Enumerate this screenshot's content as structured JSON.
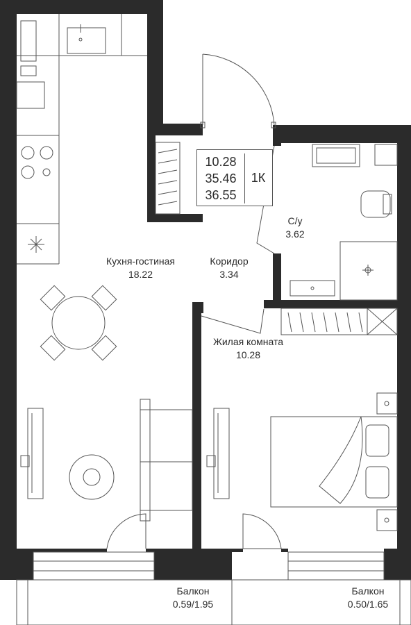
{
  "summary": {
    "living_area": "10.28",
    "total_area": "35.46",
    "total_area_with_balcony": "36.55",
    "apartment_type": "1К"
  },
  "rooms": [
    {
      "id": "kitchen",
      "name": "Кухня-гостиная",
      "area": "18.22"
    },
    {
      "id": "corridor",
      "name": "Коридор",
      "area": "3.34"
    },
    {
      "id": "bathroom",
      "name": "С/у",
      "area": "3.62"
    },
    {
      "id": "bedroom",
      "name": "Жилая комната",
      "area": "10.28"
    },
    {
      "id": "balcony1",
      "name": "Балкон",
      "area": "0.59/1.95"
    },
    {
      "id": "balcony2",
      "name": "Балкон",
      "area": "0.50/1.65"
    }
  ],
  "colors": {
    "wall": "#2b2b2b",
    "line": "#555555",
    "background": "#ffffff"
  }
}
